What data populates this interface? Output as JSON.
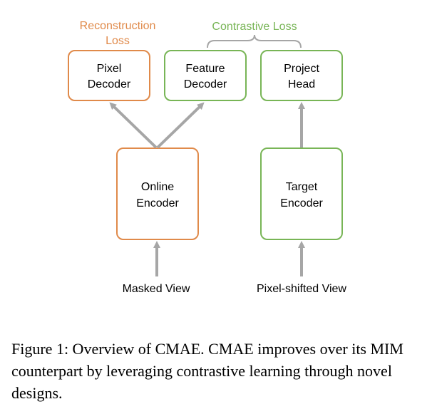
{
  "colors": {
    "orange": "#e08a4a",
    "green": "#78b556",
    "arrow": "#a6a6a6",
    "bracket": "#a6a6a6"
  },
  "losses": {
    "reconstruction": [
      "Reconstruction",
      "Loss"
    ],
    "contrastive": "Contrastive Loss"
  },
  "nodes": {
    "pixel_decoder": [
      "Pixel",
      "Decoder"
    ],
    "feature_decoder": [
      "Feature",
      "Decoder"
    ],
    "project_head": [
      "Project",
      "Head"
    ],
    "online_encoder": [
      "Online",
      "Encoder"
    ],
    "target_encoder": [
      "Target",
      "Encoder"
    ]
  },
  "inputs": {
    "masked_view": "Masked View",
    "pixel_shifted_view": "Pixel-shifted View"
  },
  "caption": "Figure 1: Overview of CMAE. CMAE improves over its MIM counterpart by leveraging contrastive learning through novel designs."
}
